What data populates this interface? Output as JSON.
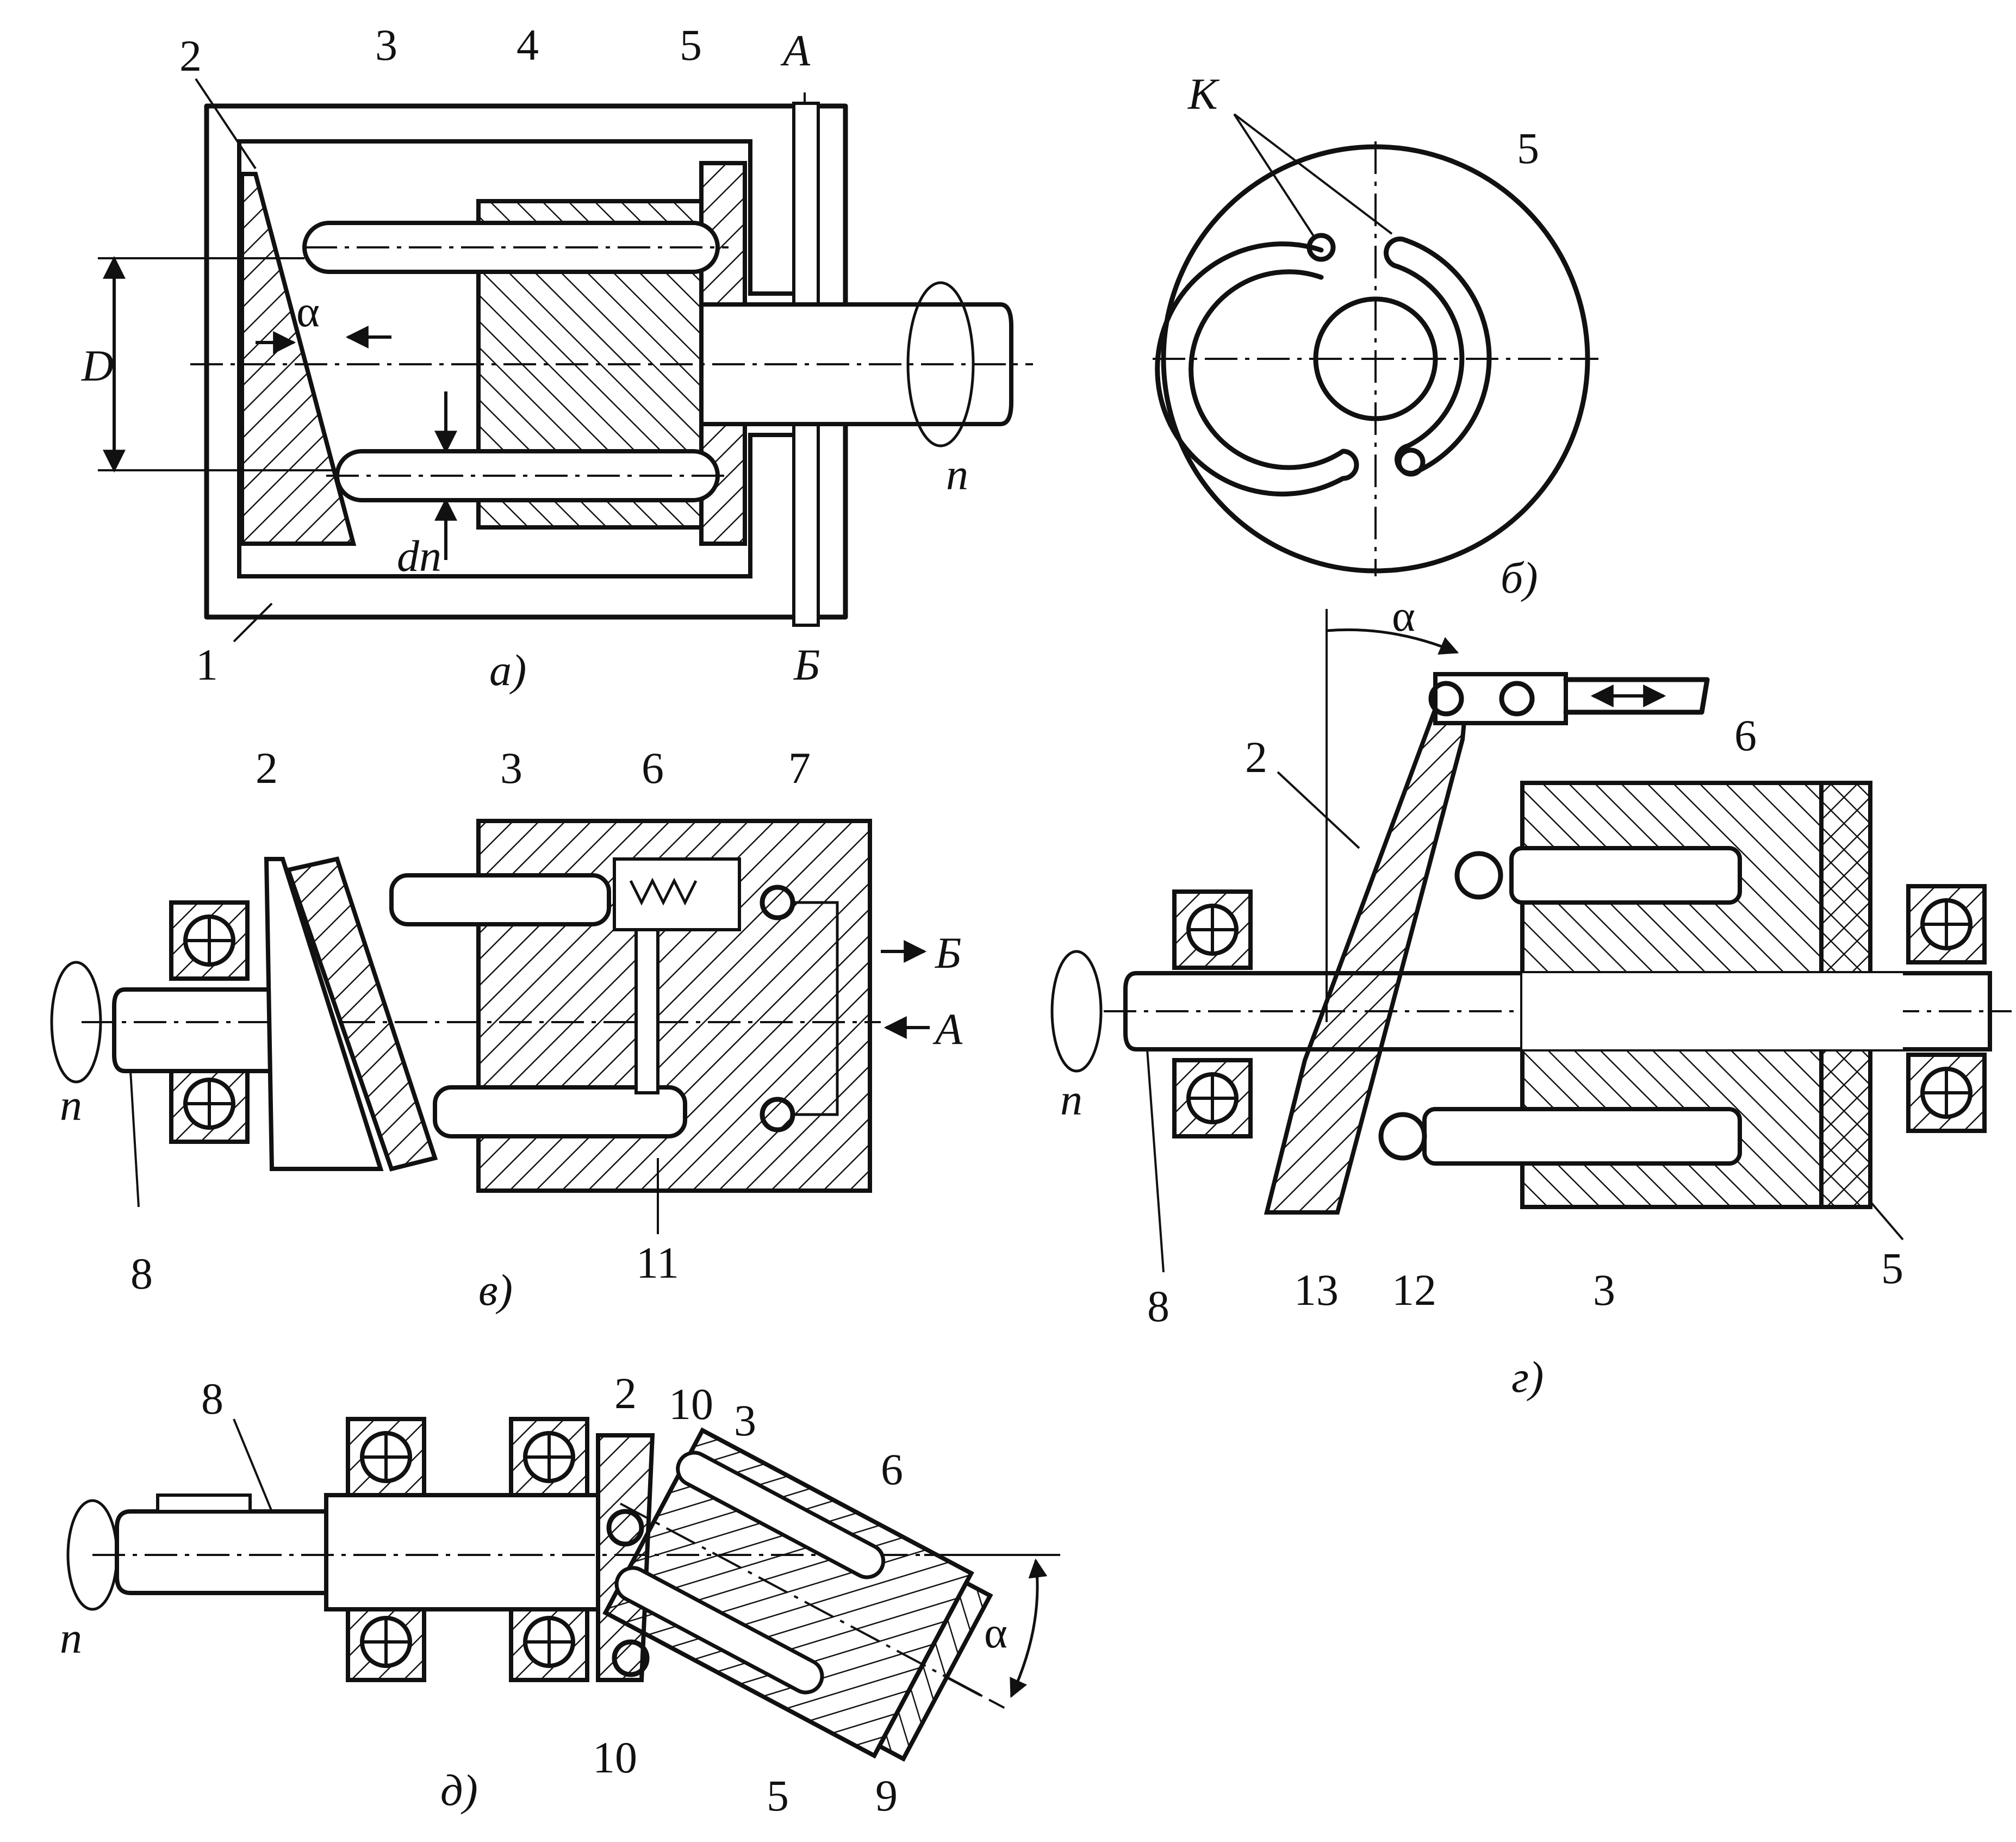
{
  "panels": {
    "a": {
      "caption": "а)",
      "labels": [
        "1",
        "2",
        "3",
        "4",
        "5",
        "А",
        "Б",
        "D",
        "α",
        "dп",
        "n"
      ]
    },
    "b": {
      "caption": "б)",
      "labels": [
        "K",
        "5"
      ]
    },
    "v": {
      "caption": "в)",
      "labels": [
        "2",
        "3",
        "6",
        "7",
        "Б",
        "А",
        "n",
        "8",
        "11"
      ]
    },
    "g": {
      "caption": "г)",
      "labels": [
        "α",
        "2",
        "6",
        "n",
        "8",
        "13",
        "12",
        "3",
        "5"
      ]
    },
    "d": {
      "caption": "д)",
      "labels": [
        "8",
        "2",
        "10",
        "3",
        "6",
        "n",
        "α",
        "10",
        "5",
        "9"
      ]
    }
  }
}
